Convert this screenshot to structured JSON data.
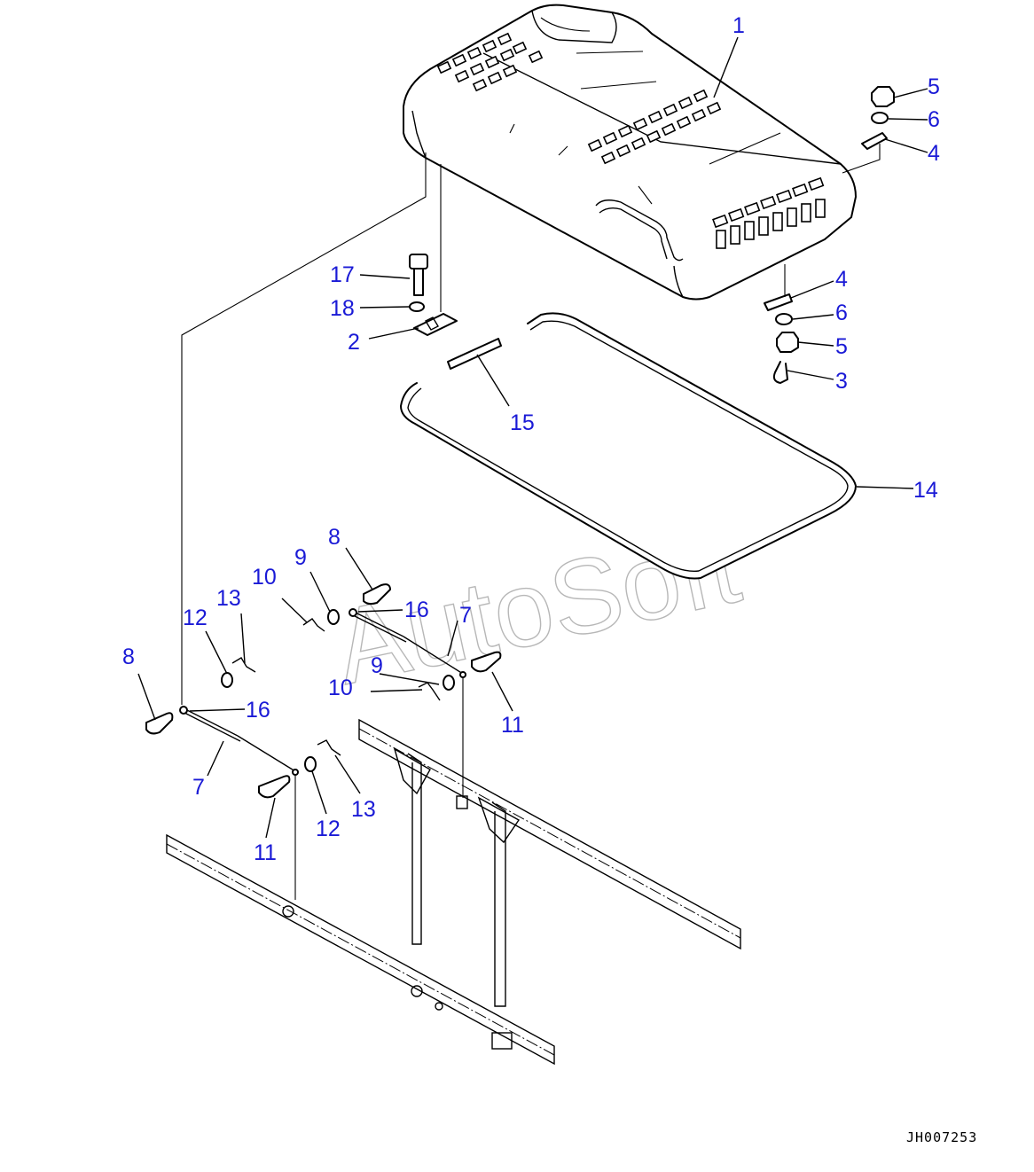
{
  "figure": {
    "code": "JH007253",
    "watermark": "AutoSoft",
    "callout_color": "#1a1ad6"
  },
  "callouts": {
    "c1": "1",
    "c2": "2",
    "c3": "3",
    "c4a": "4",
    "c4b": "4",
    "c5a": "5",
    "c5b": "5",
    "c6a": "6",
    "c6b": "6",
    "c7a": "7",
    "c7b": "7",
    "c8a": "8",
    "c8b": "8",
    "c9a": "9",
    "c9b": "9",
    "c10a": "10",
    "c10b": "10",
    "c11a": "11",
    "c11b": "11",
    "c12a": "12",
    "c12b": "12",
    "c13a": "13",
    "c13b": "13",
    "c14": "14",
    "c15": "15",
    "c16a": "16",
    "c16b": "16",
    "c17": "17",
    "c18": "18"
  }
}
